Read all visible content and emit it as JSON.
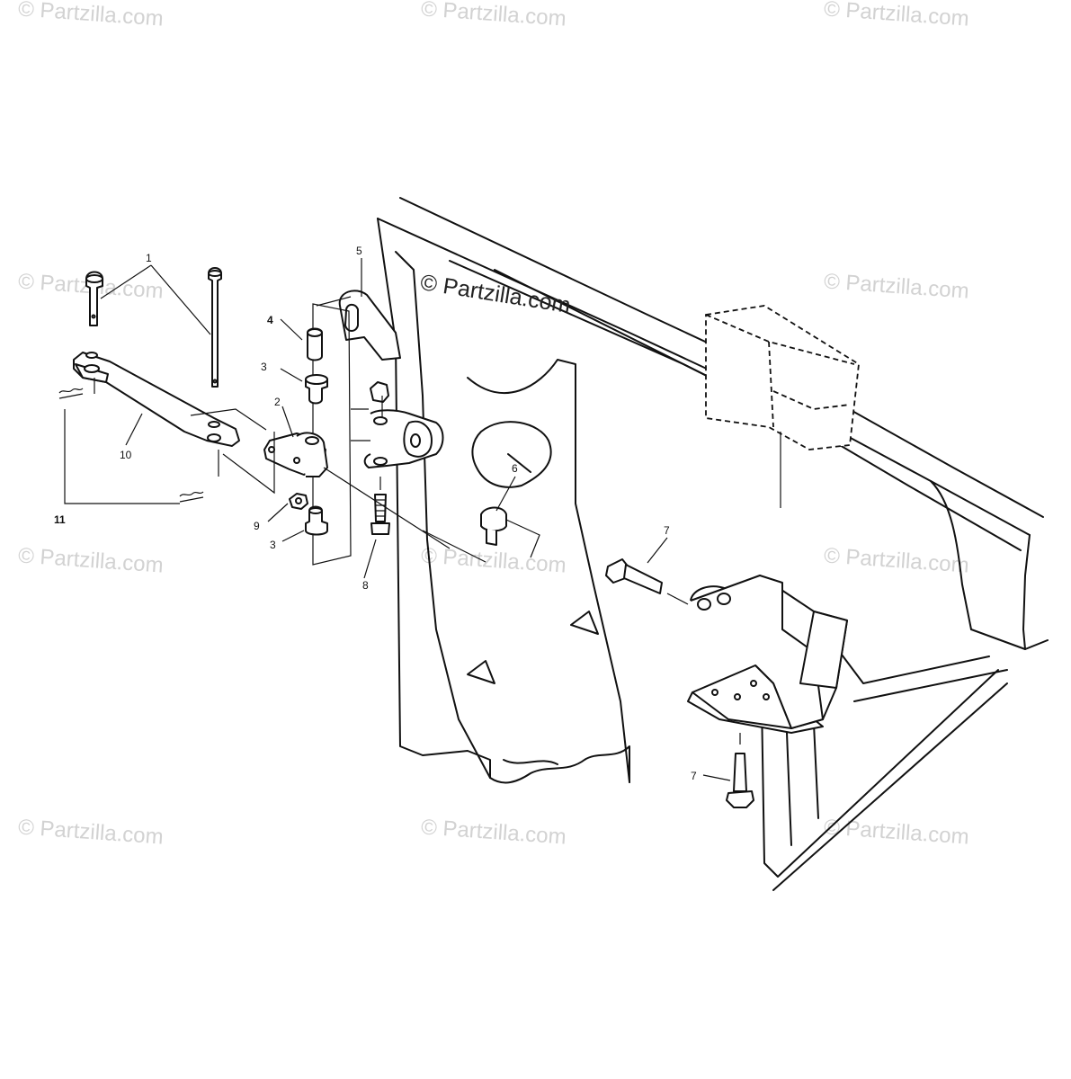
{
  "watermark": {
    "tile_text": "© Partzilla.com",
    "main_text": "© Partzilla.com"
  },
  "callouts": {
    "c1": "1",
    "c2": "2",
    "c3a": "3",
    "c3b": "3",
    "c4": "4",
    "c5": "5",
    "c6": "6",
    "c7a": "7",
    "c7b": "7",
    "c8": "8",
    "c9": "9",
    "c10": "10",
    "c11": "11"
  }
}
